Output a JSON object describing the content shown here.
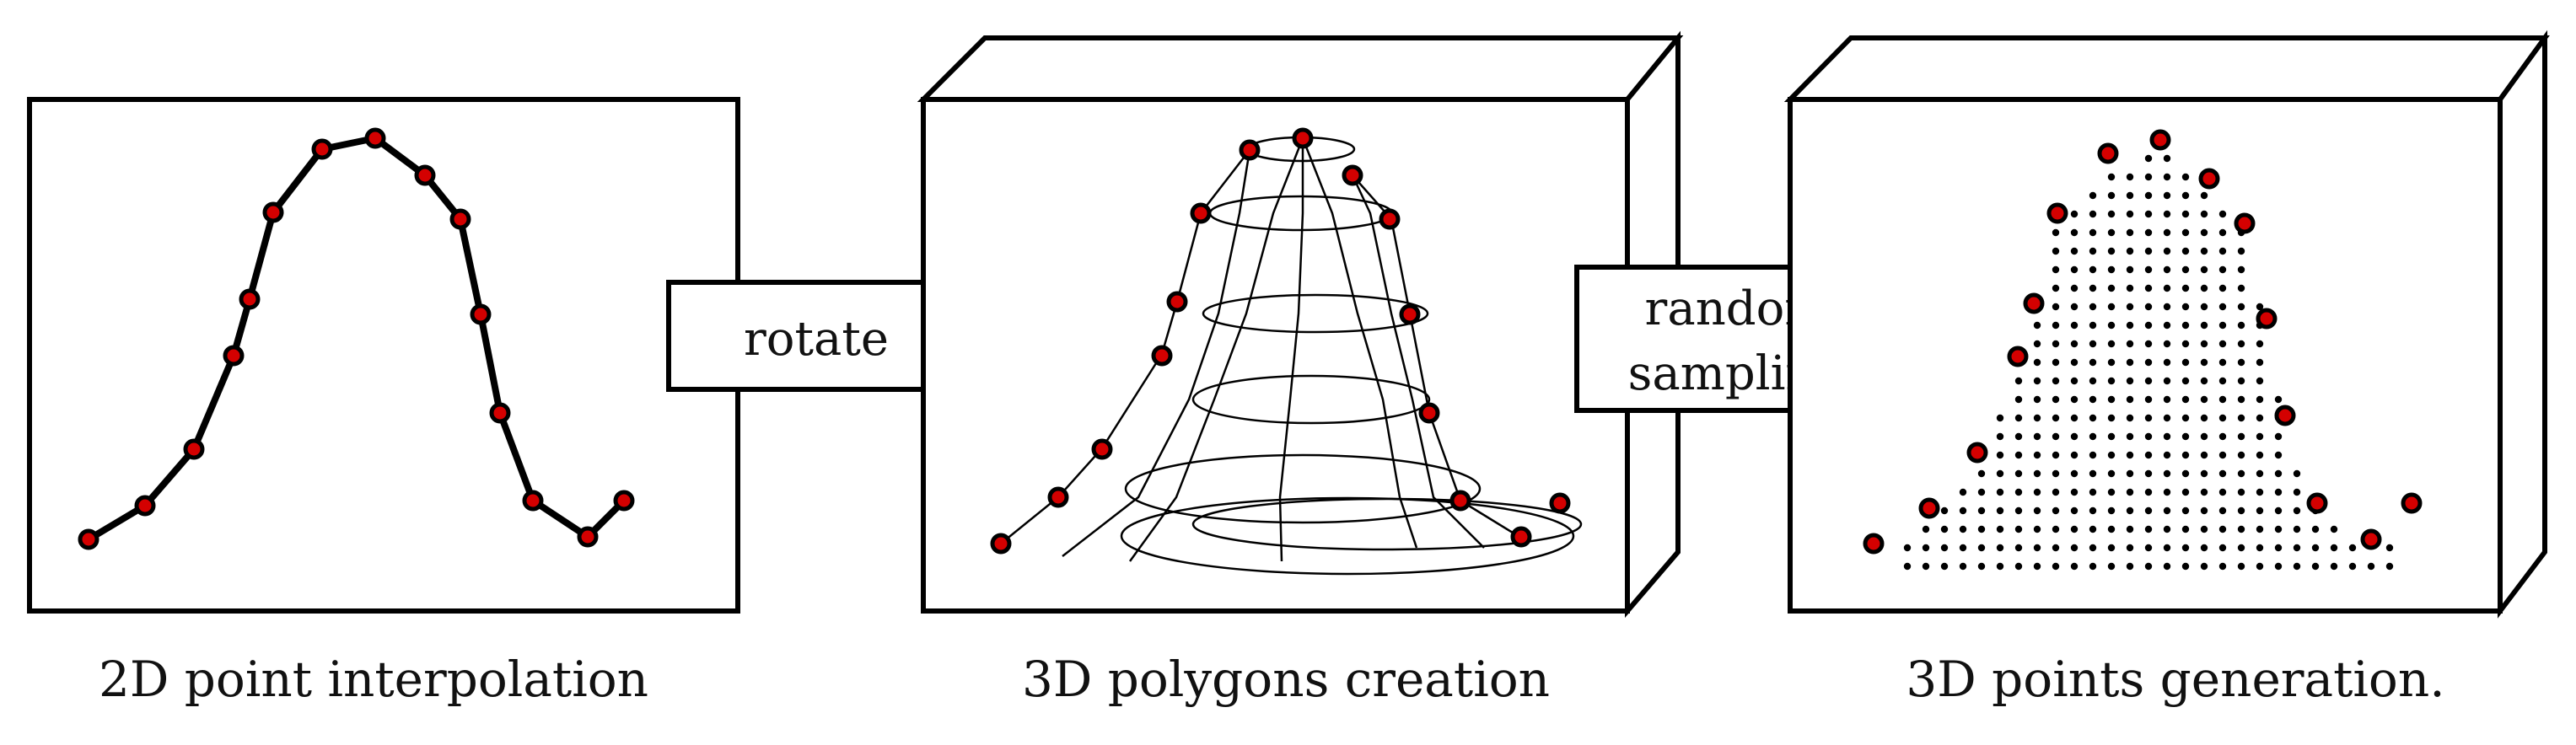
{
  "panels": [
    {
      "caption": "2D point interpolation"
    },
    {
      "caption": "3D polygons creation"
    },
    {
      "caption": "3D points generation."
    }
  ],
  "arrows": [
    {
      "lines": [
        "rotate"
      ]
    },
    {
      "lines": [
        "random",
        "sampling"
      ]
    }
  ],
  "colors": {
    "stroke": "#000000",
    "point_fill": "#d40000",
    "background": "#ffffff"
  }
}
